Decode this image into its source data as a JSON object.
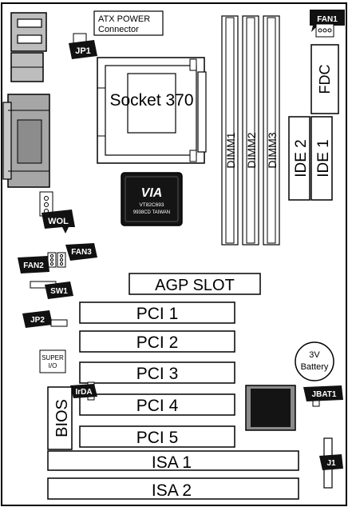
{
  "components": {
    "atx_power": "ATX POWER Connector",
    "atx_power_line1": "ATX POWER",
    "atx_power_line2": "Connector",
    "socket": "Socket 370",
    "dimm1": "DIMM1",
    "dimm2": "DIMM2",
    "dimm3": "DIMM3",
    "fdc": "FDC",
    "ide2": "IDE 2",
    "ide1": "IDE 1",
    "chip_logo": "VIA",
    "chip_model": "VT82C693",
    "chip_origin": "9938CD TAIWAN",
    "agp": "AGP SLOT",
    "pci1": "PCI 1",
    "pci2": "PCI 2",
    "pci3": "PCI 3",
    "pci4": "PCI 4",
    "pci5": "PCI 5",
    "isa1": "ISA 1",
    "isa2": "ISA 2",
    "bios": "BIOS",
    "super_io_line1": "SUPER",
    "super_io_line2": "I/O",
    "battery_line1": "3V",
    "battery_line2": "Battery"
  },
  "badges": {
    "fan1": "FAN1",
    "jp1": "JP1",
    "wol": "WOL",
    "fan3": "FAN3",
    "fan2": "FAN2",
    "sw1": "SW1",
    "jp2": "JP2",
    "irda": "IrDA",
    "jbat1": "JBAT1",
    "j1": "J1"
  }
}
